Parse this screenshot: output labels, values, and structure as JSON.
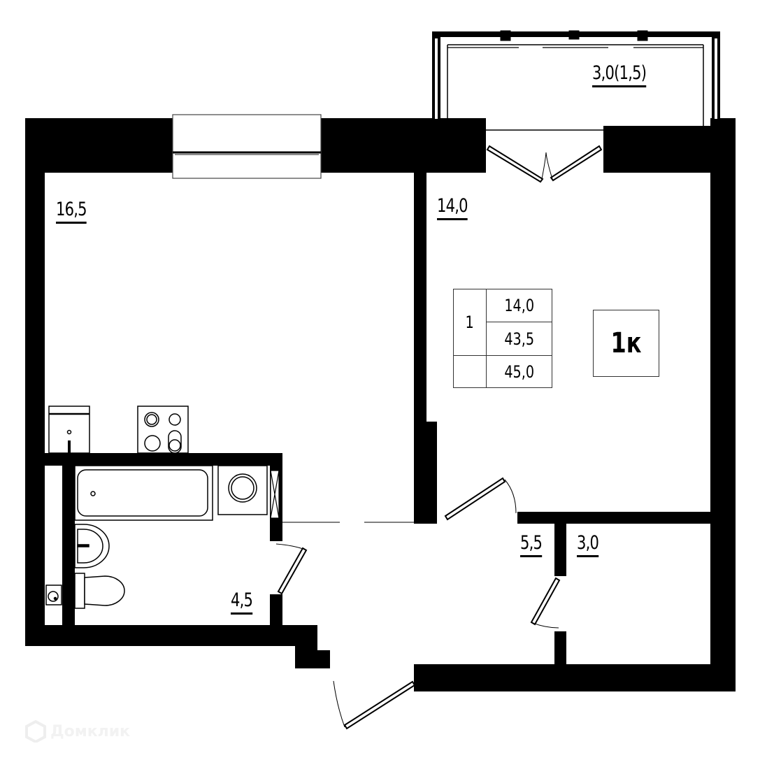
{
  "plan": {
    "type": "floor-plan",
    "apartment_type_badge": "1к",
    "rooms": [
      {
        "id": "kitchen",
        "area": "16,5"
      },
      {
        "id": "living-room",
        "area": "14,0"
      },
      {
        "id": "balcony",
        "area": "3,0(1,5)"
      },
      {
        "id": "bathroom",
        "area": "4,5"
      },
      {
        "id": "hallway",
        "area": "5,5"
      },
      {
        "id": "storage",
        "area": "3,0"
      }
    ],
    "summary_table": {
      "rooms_count": "1",
      "living_area": "14,0",
      "total_area": "43,5",
      "total_area_with_balcony": "45,0",
      "empty_cell": ""
    },
    "colors": {
      "walls": "#000000",
      "background": "#ffffff",
      "lines": "#333333"
    }
  },
  "watermark": {
    "text": "Домклик"
  }
}
